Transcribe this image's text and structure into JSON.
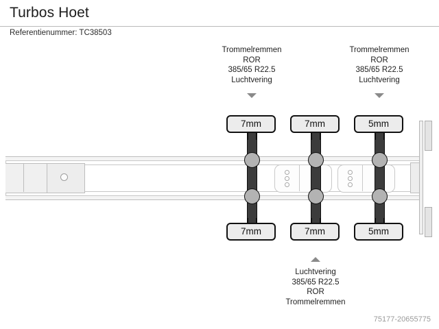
{
  "header": {
    "title": "Turbos Hoet",
    "reference_label": "Referentienummer: TC38503"
  },
  "callouts": {
    "top": [
      {
        "lines": [
          "Trommelremmen",
          "ROR",
          "385/65 R22.5",
          "Luchtvering"
        ],
        "arrow": "arrow-down-icon"
      },
      {
        "lines": [
          "Trommelremmen",
          "ROR",
          "385/65 R22.5",
          "Luchtvering"
        ],
        "arrow": "arrow-down-icon"
      }
    ],
    "bottom": [
      {
        "lines": [
          "Luchtvering",
          "385/65 R22.5",
          "ROR",
          "Trommelremmen"
        ],
        "arrow": "arrow-up-icon"
      }
    ]
  },
  "axles": [
    {
      "name": "axle-1",
      "top_tread": "7mm",
      "bottom_tread": "7mm"
    },
    {
      "name": "axle-2",
      "top_tread": "7mm",
      "bottom_tread": "7mm"
    },
    {
      "name": "axle-3",
      "top_tread": "5mm",
      "bottom_tread": "5mm"
    }
  ],
  "footer": {
    "id": "75177-20655775"
  },
  "colors": {
    "text": "#1d1d1d",
    "divider": "#b9b9b9",
    "axle": "#3c3c3c",
    "hub": "#b3b3b3",
    "tread_box_fill": "#ececec",
    "tread_box_border": "#111111",
    "arrow": "#8a8a8a",
    "footer_text": "#9a9a9a",
    "rail_fill": "#f4f4f4",
    "rail_border": "#bdbdbd"
  }
}
